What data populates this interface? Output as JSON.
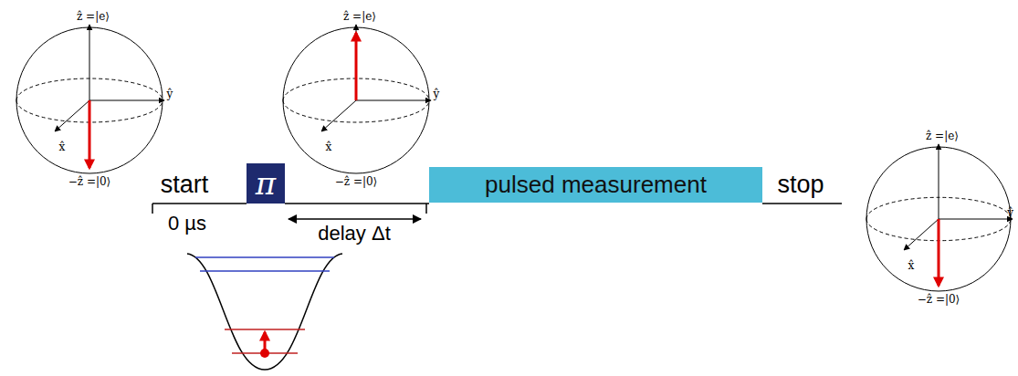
{
  "diagram": {
    "nodes": [
      {
        "text": [
          "π"
        ]
      },
      {
        "text": [
          "pulsed measurement"
        ]
      }
    ],
    "labels": [
      "ẑ =|e⟩",
      "ŷ",
      "x̂",
      "−ẑ =|0⟩",
      "ẑ =|e⟩",
      "ŷ",
      "x̂",
      "−ẑ =|0⟩",
      "start",
      "0 µs",
      "delay Δt",
      "stop",
      "ẑ =|e⟩",
      "ŷ",
      "x̂",
      "−ẑ =|0⟩"
    ]
  }
}
